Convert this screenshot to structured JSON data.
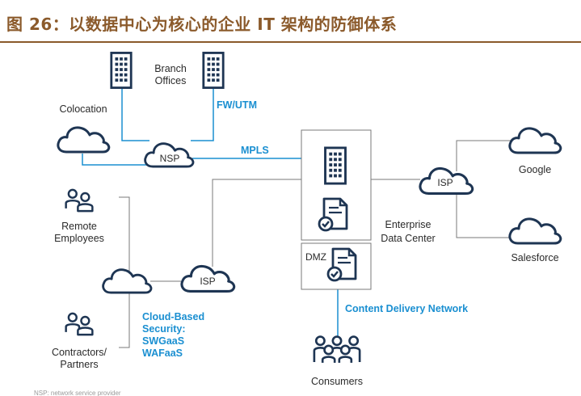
{
  "figure": {
    "title": "图 26：以数据中心为核心的企业 IT 架构的防御体系",
    "footnote": "NSP: network service provider"
  },
  "nodes": {
    "branch_offices": [
      "Branch",
      "Offices"
    ],
    "fw_utm": "FW/UTM",
    "colocation": "Colocation",
    "nsp": "NSP",
    "mpls": "MPLS",
    "isp_right": "ISP",
    "google": "Google",
    "salesforce": "Salesforce",
    "enterprise_dc": [
      "Enterprise",
      "Data Center"
    ],
    "dmz": "DMZ",
    "remote_employees": [
      "Remote",
      "Employees"
    ],
    "contractors": [
      "Contractors/",
      "Partners"
    ],
    "isp_left": "ISP",
    "cloud_security": [
      "Cloud-Based",
      "Security:",
      "SWGaaS",
      "WAFaaS"
    ],
    "cdn": "Content Delivery Network",
    "consumers": "Consumers"
  },
  "colors": {
    "title": "#8B5A2B",
    "icon": "#1e3553",
    "link_blue": "#1a8fd1",
    "line_gray": "#7a7a7a"
  }
}
